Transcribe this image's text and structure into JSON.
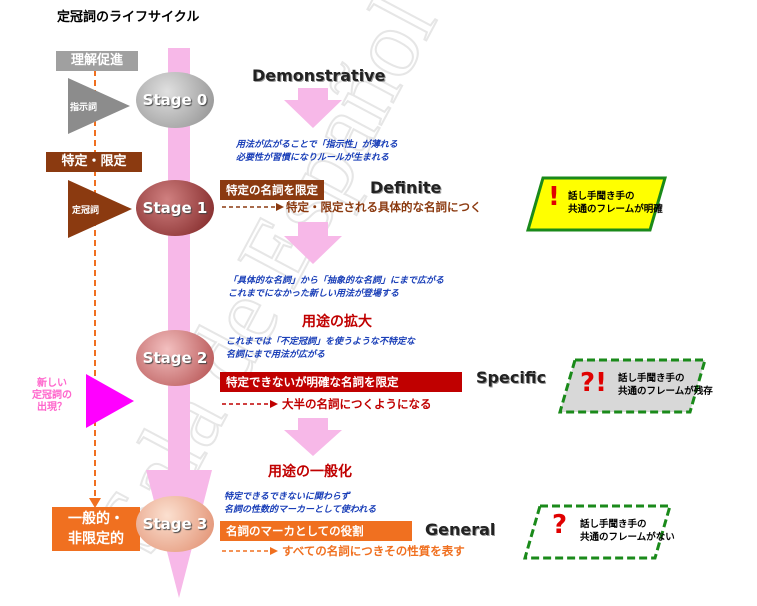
{
  "title": "定冠詞のライフサイクル",
  "watermark": "Sala de Español",
  "left_labels": {
    "understanding": "理解促進",
    "specific_limit": "特定・限定",
    "demonstrative_tri": "指示詞",
    "definite_tri": "定冠詞",
    "new_article": [
      "新しい",
      "定冠詞の",
      "出現？"
    ],
    "general_nonlimit": [
      "一般的・",
      "非限定的"
    ]
  },
  "stages": [
    {
      "label": "Stage 0",
      "color": "#a8a8a8"
    },
    {
      "label": "Stage 1",
      "color": "#9a3838"
    },
    {
      "label": "Stage 2",
      "color": "#c06060"
    },
    {
      "label": "Stage 3",
      "color": "#e9a98c"
    }
  ],
  "english_terms": {
    "demonstrative": "Demonstrative",
    "definite": "Definite",
    "specific": "Specific",
    "general": "General"
  },
  "transition_notes": {
    "t1": [
      "用法が広がることで「指示性」が薄れる",
      "必要性が習慣になりルールが生まれる"
    ],
    "t2": [
      "「具体的な名詞」から「抽象的な名詞」にまで広がる",
      "これまでになかった新しい用法が登場する"
    ],
    "t3": [
      "これまでは「不定冠詞」を使うような不特定な",
      "名詞にまで用法が広がる"
    ],
    "t4": [
      "特定できるできないに関わらず",
      "名詞の性数的マーカーとして使われる"
    ]
  },
  "headings": {
    "expansion": "用途の拡大",
    "generalization": "用途の一般化"
  },
  "stage_bars": {
    "s1": "特定の名詞を限定",
    "s2": "特定できないが明確な名詞を限定",
    "s3": "名詞のマーカとしての役割"
  },
  "arrow_texts": {
    "s1": "特定・限定される具体的な名詞につく",
    "s2": "大半の名詞につくようになる",
    "s3": "すべての名詞につきその性質を表す"
  },
  "frame_notes": {
    "clear": {
      "lines": [
        "話し手聞き手の",
        "共通のフレームが明確"
      ],
      "marks": "!"
    },
    "remain": {
      "lines": [
        "話し手聞き手の",
        "共通のフレームが残存"
      ],
      "marks": "?!"
    },
    "none": {
      "lines": [
        "話し手聞き手の",
        "共通のフレームがない"
      ],
      "marks": "?"
    }
  },
  "colors": {
    "brown": "#8b3a10",
    "orange": "#f07020",
    "red_bar": "#c00000",
    "pink_spine": "#f7b8e8",
    "magenta": "#ff00ff",
    "yellow": "#ffff00",
    "green": "#1a8a1a"
  }
}
